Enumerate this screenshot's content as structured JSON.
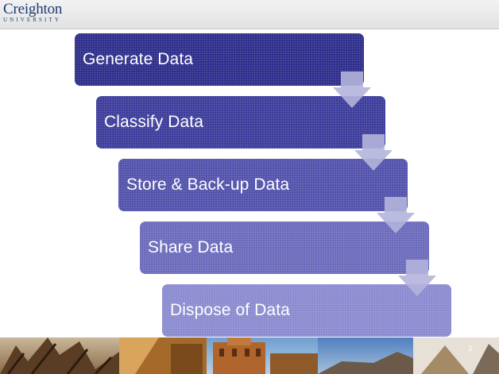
{
  "header": {
    "logo_name": "Creighton",
    "logo_sub": "UNIVERSITY"
  },
  "steps": [
    {
      "label": "Generate Data",
      "color": "#2e2e8c"
    },
    {
      "label": "Classify Data",
      "color": "#3d3d9c"
    },
    {
      "label": "Store & Back-up Data",
      "color": "#5252ac"
    },
    {
      "label": "Share Data",
      "color": "#6b6bbc"
    },
    {
      "label": "Dispose of Data",
      "color": "#8a8ad0"
    }
  ],
  "arrow_color": "#b4b4dc",
  "footer": {
    "image": "campus-buildings-photo",
    "page_number": "3"
  }
}
